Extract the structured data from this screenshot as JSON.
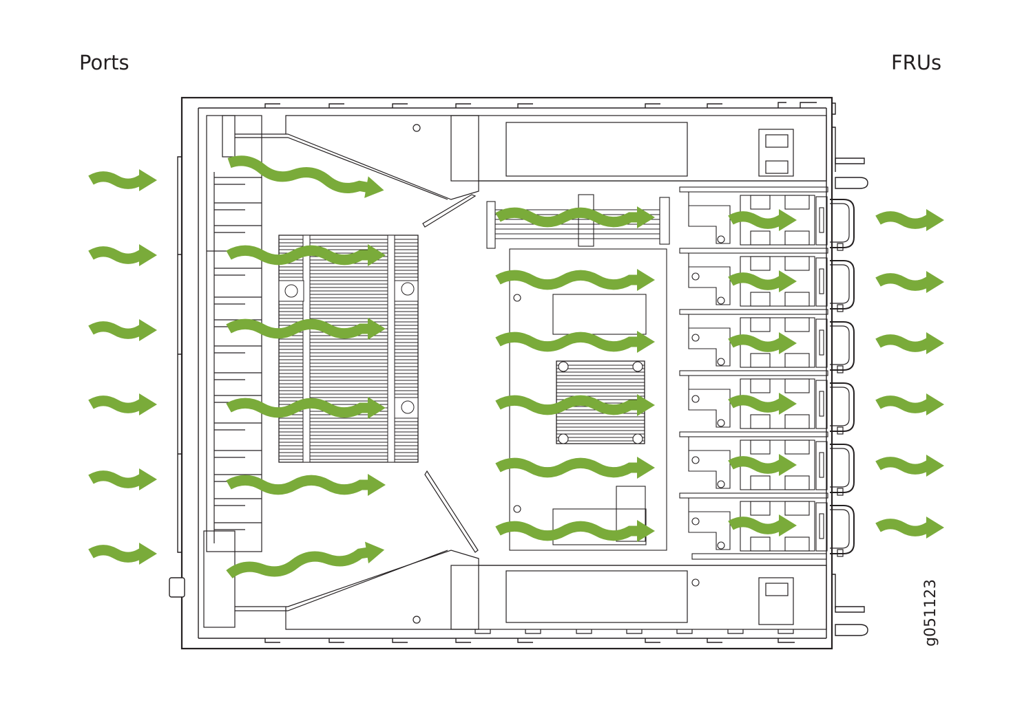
{
  "labels": {
    "ports": "Ports",
    "frus": "FRUs",
    "figure_id": "g051123"
  },
  "colors": {
    "airflow": "#7aab3a",
    "line": "#231f20",
    "background": "#ffffff"
  },
  "icons": {
    "airflow": "wavy-arrow-icon"
  }
}
